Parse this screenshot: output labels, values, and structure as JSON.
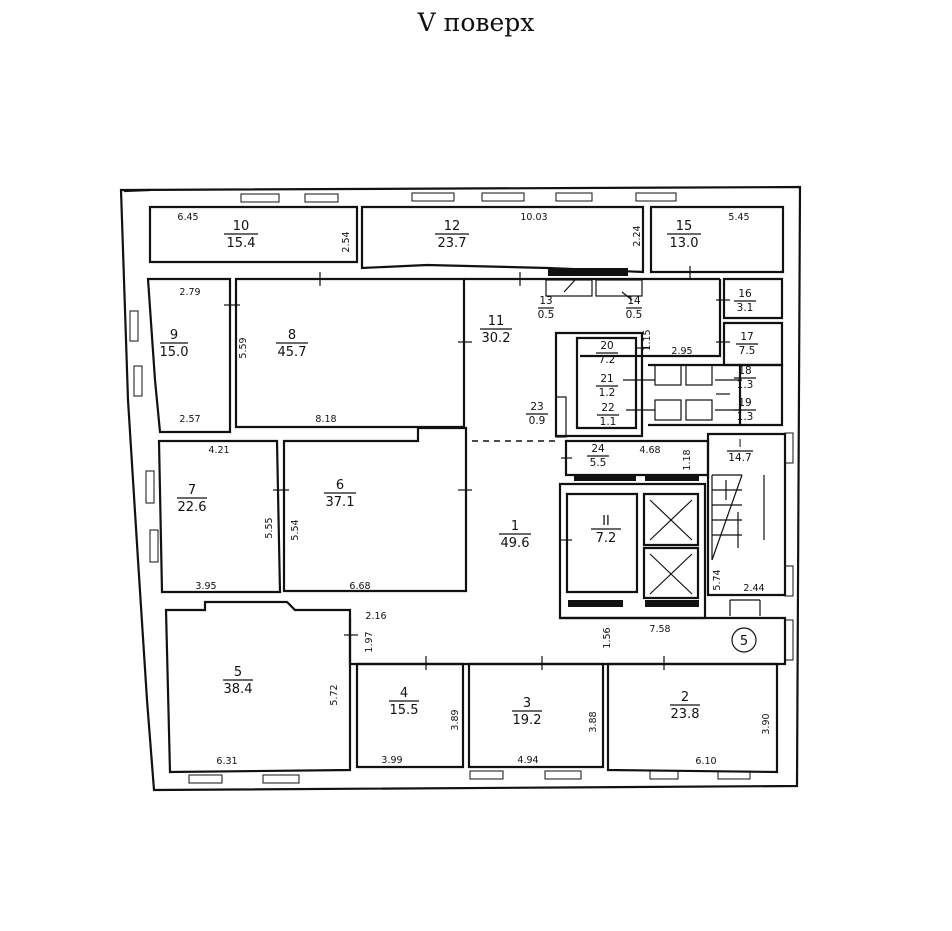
{
  "title": "V поверх",
  "rooms": [
    {
      "num": "10",
      "area": "15.4"
    },
    {
      "num": "12",
      "area": "23.7"
    },
    {
      "num": "15",
      "area": "13.0"
    },
    {
      "num": "9",
      "area": "15.0"
    },
    {
      "num": "8",
      "area": "45.7"
    },
    {
      "num": "11",
      "area": "30.2"
    },
    {
      "num": "13",
      "area": "0.5"
    },
    {
      "num": "14",
      "area": "0.5"
    },
    {
      "num": "16",
      "area": "3.1"
    },
    {
      "num": "17",
      "area": "7.5"
    },
    {
      "num": "20",
      "area": "7.2"
    },
    {
      "num": "21",
      "area": "1.2"
    },
    {
      "num": "22",
      "area": "1.1"
    },
    {
      "num": "18",
      "area": "1.3"
    },
    {
      "num": "19",
      "area": "1.3"
    },
    {
      "num": "23",
      "area": "0.9"
    },
    {
      "num": "24",
      "area": "5.5"
    },
    {
      "num": "7",
      "area": "22.6"
    },
    {
      "num": "6",
      "area": "37.1"
    },
    {
      "num": "1",
      "area": "49.6"
    },
    {
      "num": "II",
      "area": "7.2"
    },
    {
      "num": "I",
      "area": "14.7"
    },
    {
      "num": "5",
      "area": "38.4"
    },
    {
      "num": "4",
      "area": "15.5"
    },
    {
      "num": "3",
      "area": "19.2"
    },
    {
      "num": "2",
      "area": "23.8"
    }
  ],
  "dims": [
    "6.45",
    "2.54",
    "10.03",
    "2.24",
    "5.45",
    "2.79",
    "5.59",
    "2.57",
    "8.18",
    "1.15",
    "2.95",
    "4.21",
    "5.55",
    "5.54",
    "3.95",
    "6.68",
    "4.68",
    "1.18",
    "5.74",
    "2.44",
    "2.16",
    "1.97",
    "1.56",
    "7.58",
    "5.72",
    "6.31",
    "3.89",
    "3.99",
    "4.94",
    "3.88",
    "3.90",
    "6.10"
  ],
  "stair_marker": "5"
}
